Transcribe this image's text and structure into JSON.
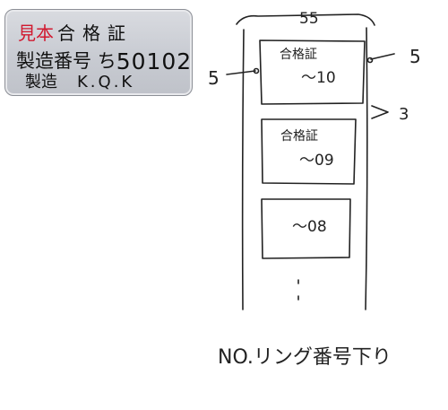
{
  "nameplate": {
    "sample_mark": "見本",
    "title": "合格証",
    "serial_label": "製造番号",
    "serial_prefix": "ち",
    "serial_number": "50102",
    "maker_label": "製造",
    "maker_code": "K.Q.K",
    "colors": {
      "sample_mark": "#d1192f",
      "plate": "#c8cbd2"
    }
  },
  "sketch": {
    "width_dim": "55",
    "side_dim_left": "5",
    "side_dim_right": "5",
    "gap_dim": "3",
    "cards": [
      {
        "title": "合格証",
        "number": "〜10"
      },
      {
        "title": "合格証",
        "number": "〜09"
      },
      {
        "title": "",
        "number": "〜08"
      }
    ],
    "caption": "NO.リング番号下り"
  }
}
